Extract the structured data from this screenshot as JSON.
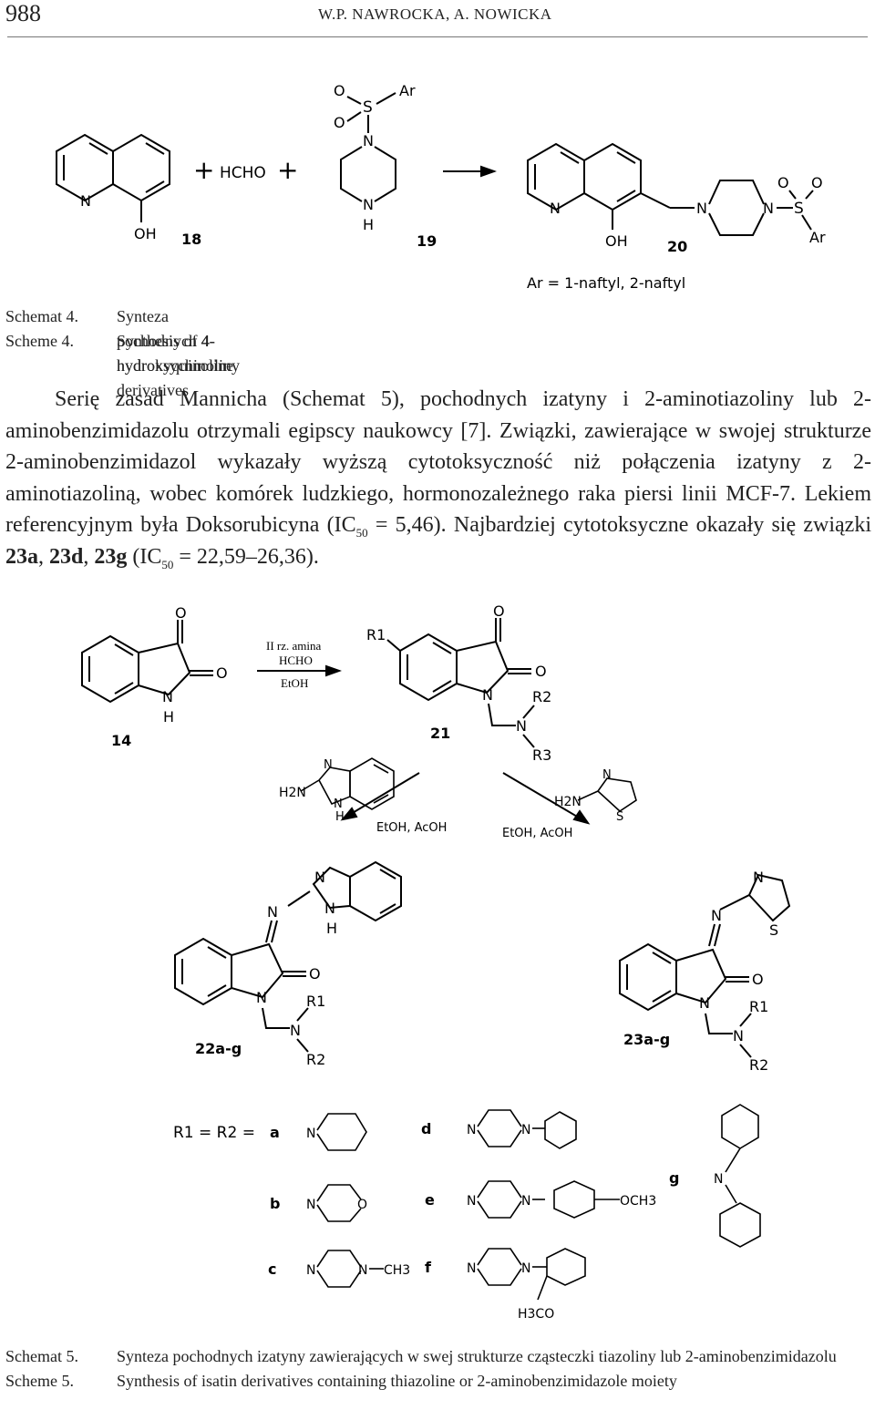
{
  "header": {
    "page_number": "988",
    "authors": "W.P. NAWROCKA, A. NOWICKA"
  },
  "scheme4": {
    "label_pl": "Schemat 4.",
    "label_en": "Scheme 4.",
    "caption_pl": "Synteza pochodnych 4-hydroksychinoliny",
    "caption_en": "Synthesis of 4-hydroxyquinoline derivatives",
    "reagent_plus": "+",
    "reagent_hcho": "HCHO",
    "atom_n": "N",
    "atom_oh": "OH",
    "atom_o": "O",
    "atom_s": "S",
    "atom_h": "H",
    "atom_ar": "Ar",
    "compound_18": "18",
    "compound_19": "19",
    "compound_20": "20",
    "ar_note": "Ar = 1-naftyl, 2-naftyl"
  },
  "paragraph": {
    "line1": "Serię zasad Mannicha (Schemat 5), pochodnych izatyny i 2-aminotiazoliny lub 2-aminobenzimidazolu otrzymali egipscy naukowcy [7]. Związki, zawierające w swojej strukturze 2-aminobenzimidazol wykazały wyższą cytotoksyczność niż połączenia izatyny z 2-aminotiazoliną, wobec komórek ludzkiego, hormonozależnego raka piersi linii MCF-7. Lekiem referencyjnym była Doksorubicyna (IC",
    "sub1": "50",
    "mid": " = 5,46). Najbardziej cytotoksyczne okazały się związki ",
    "c1": "23a",
    "sep1": ", ",
    "c2": "23d",
    "sep2": ", ",
    "c3": "23g",
    "ic": " (IC",
    "sub2": "50",
    "end": " = 22,59–26,36)."
  },
  "scheme5": {
    "cond_amine": "II rz. amina",
    "cond_hcho": "HCHO",
    "cond_etoh": "EtOH",
    "cond_etoh_acoh": "EtOH, AcOH",
    "compound_14": "14",
    "compound_21": "21",
    "compound_22": "22a-g",
    "compound_23": "23a-g",
    "r1": "R1",
    "r2": "R2",
    "r3": "R3",
    "h2n": "H2N",
    "subst_header": "R1 = R2 =",
    "labels": [
      "a",
      "b",
      "c",
      "d",
      "e",
      "f",
      "g"
    ],
    "och3": "OCH3",
    "ch3": "CH3",
    "h3co": "H3CO",
    "label_pl": "Schemat 5.",
    "label_en": "Scheme 5.",
    "caption_pl": "Synteza pochodnych izatyny zawierających w swej strukturze cząsteczki tiazoliny lub 2-aminobenzimidazolu",
    "caption_en": "Synthesis of isatin derivatives containing thiazoline or 2-aminobenzimidazole moiety"
  }
}
